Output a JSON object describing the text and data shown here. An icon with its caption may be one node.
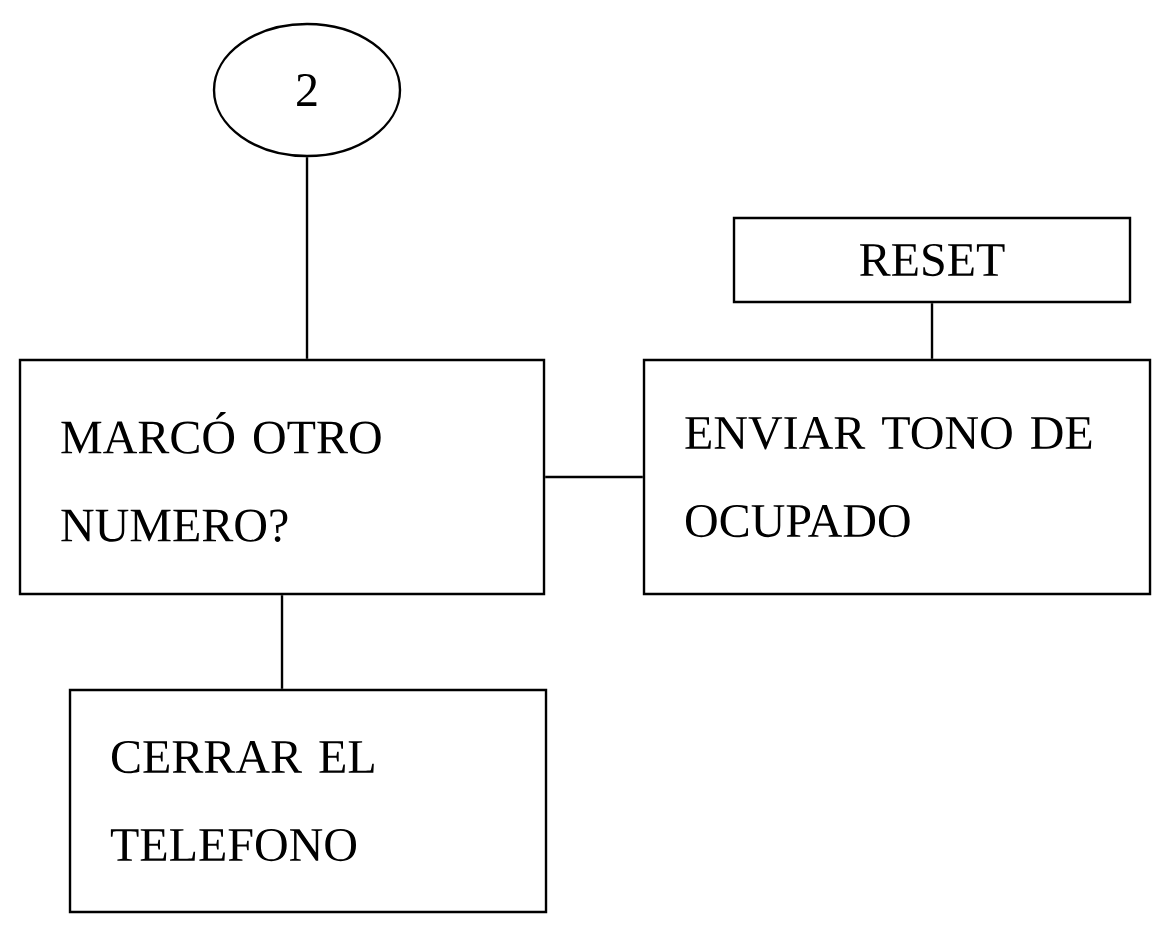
{
  "diagram": {
    "nodes": [
      {
        "text": [
          "2"
        ]
      },
      {
        "text": [
          "RESET"
        ]
      },
      {
        "text": [
          "MARCÓ OTRO NUMERO?"
        ]
      },
      {
        "text": [
          "ENVIAR TONO DE OCUPADO"
        ]
      },
      {
        "text": [
          "CERRAR EL TELEFONO"
        ]
      }
    ],
    "edges": [
      {
        "from": 0,
        "to": 2,
        "arrow": "none"
      },
      {
        "from": 2,
        "to": 3,
        "arrow": "none"
      },
      {
        "from": 1,
        "to": 3,
        "arrow": "none"
      },
      {
        "from": 2,
        "to": 4,
        "arrow": "none"
      }
    ]
  }
}
